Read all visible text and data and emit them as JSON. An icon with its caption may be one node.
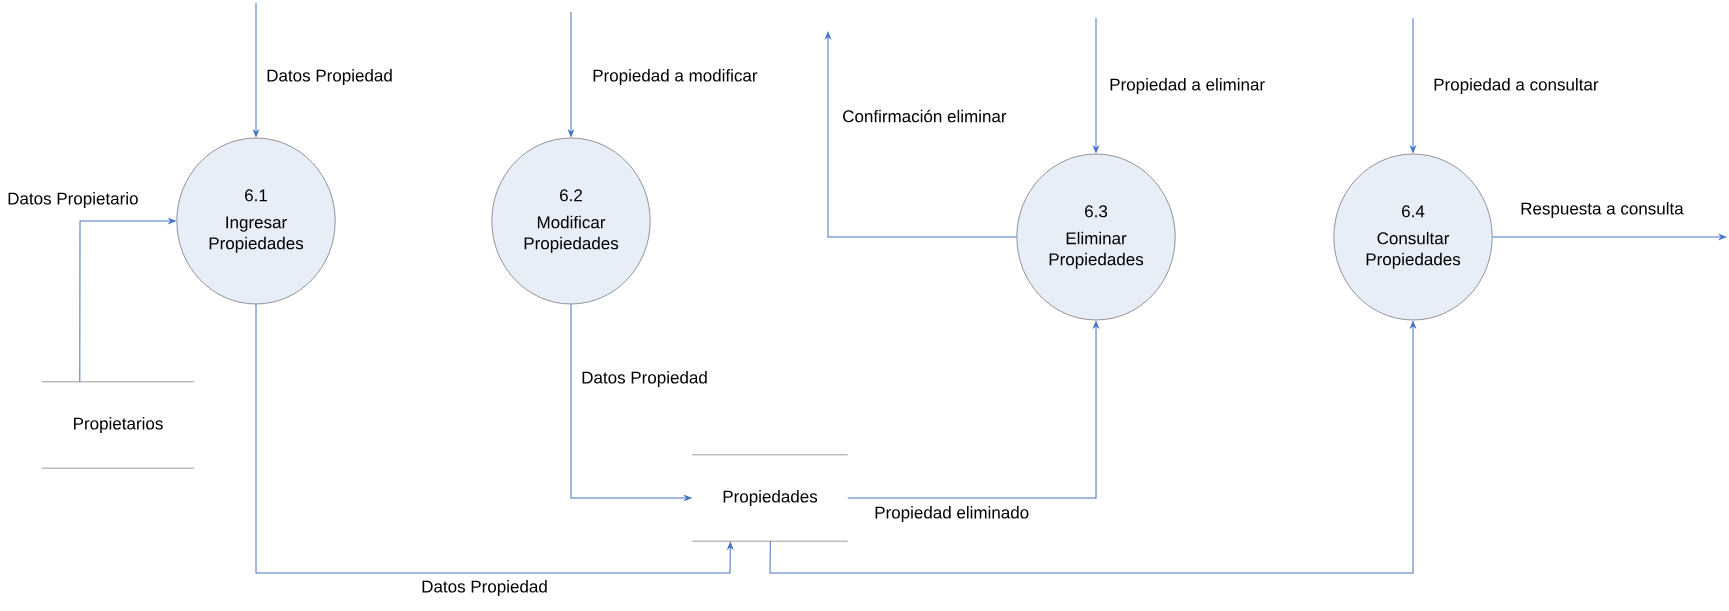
{
  "diagram": {
    "nodes": [
      {
        "text": [
          "6.1",
          "Ingresar Propiedades"
        ]
      },
      {
        "text": [
          "6.2",
          "Modificar Propiedades"
        ]
      },
      {
        "text": [
          "6.3",
          "Eliminar Propiedades"
        ]
      },
      {
        "text": [
          "6.4",
          "Consultar Propiedades"
        ]
      },
      {
        "text": [
          "Propietarios"
        ]
      },
      {
        "text": [
          "Propiedades"
        ]
      }
    ],
    "edges": [
      {
        "from": null,
        "to": 0,
        "arrow": "to",
        "label": "Datos Propiedad"
      },
      {
        "from": null,
        "to": 1,
        "arrow": "to",
        "label": "Propiedad a modificar"
      },
      {
        "from": 2,
        "to": null,
        "arrow": "to",
        "label": "Confirmación eliminar"
      },
      {
        "from": null,
        "to": 2,
        "arrow": "to",
        "label": "Propiedad a eliminar"
      },
      {
        "from": null,
        "to": 3,
        "arrow": "to",
        "label": "Propiedad a consultar"
      },
      {
        "from": 3,
        "to": null,
        "arrow": "to",
        "label": "Respuesta a consulta"
      },
      {
        "from": 4,
        "to": 0,
        "arrow": "to",
        "label": "Datos Propietario"
      },
      {
        "from": 0,
        "to": 5,
        "arrow": "to",
        "label": "Datos Propiedad"
      },
      {
        "from": 1,
        "to": 5,
        "arrow": "to",
        "label": "Datos Propiedad"
      },
      {
        "from": 5,
        "to": 2,
        "arrow": "to",
        "label": "Propiedad eliminado"
      },
      {
        "from": 5,
        "to": 3,
        "arrow": "to"
      }
    ]
  }
}
